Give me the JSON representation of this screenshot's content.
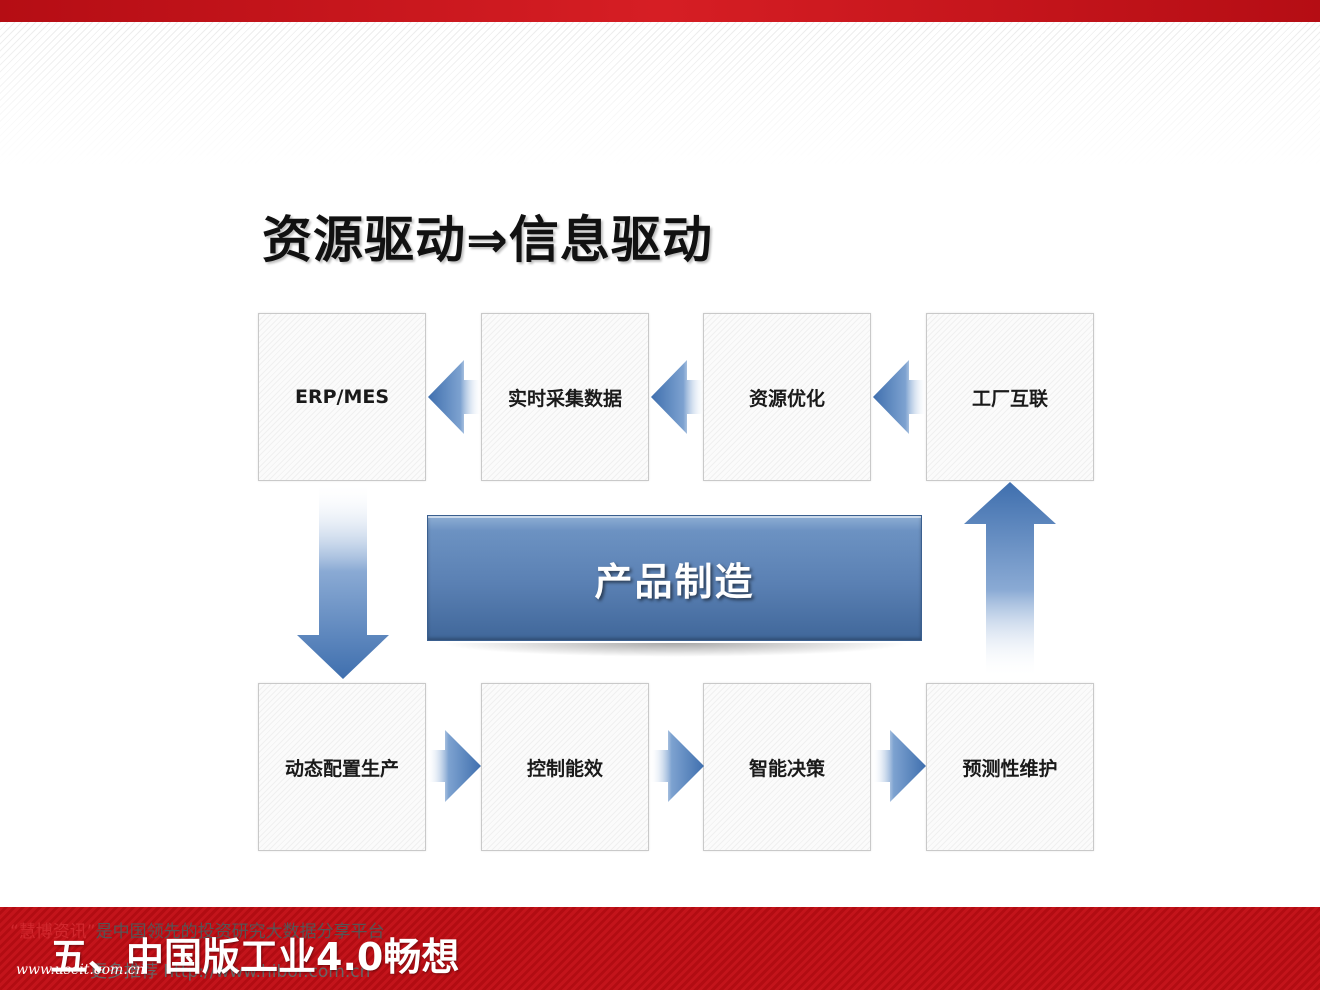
{
  "title": "资源驱动⇒信息驱动",
  "nodes": {
    "top": [
      "ERP/MES",
      "实时采集数据",
      "资源优化",
      "工厂互联"
    ],
    "bottom": [
      "动态配置生产",
      "控制能效",
      "智能决策",
      "预测性维护"
    ]
  },
  "center_label": "产品制造",
  "footer": {
    "section_title": "五、中国版工业4.0畅想",
    "watermark_line1_red": "“慧博资讯”",
    "watermark_line1_rest": "是中国领先的投资研究大数据分享平台",
    "watermark_line2": "更多推荐 http://www.hibor.com.cn",
    "watermark_site": "www.useit.com.cn"
  },
  "colors": {
    "accent_red": "#c3141b",
    "arrow_blue": "#4d7ab4",
    "center_blue": "#5a80b3"
  },
  "icons": [
    "arrow-left-icon",
    "arrow-right-icon",
    "arrow-up-icon",
    "arrow-down-icon"
  ]
}
